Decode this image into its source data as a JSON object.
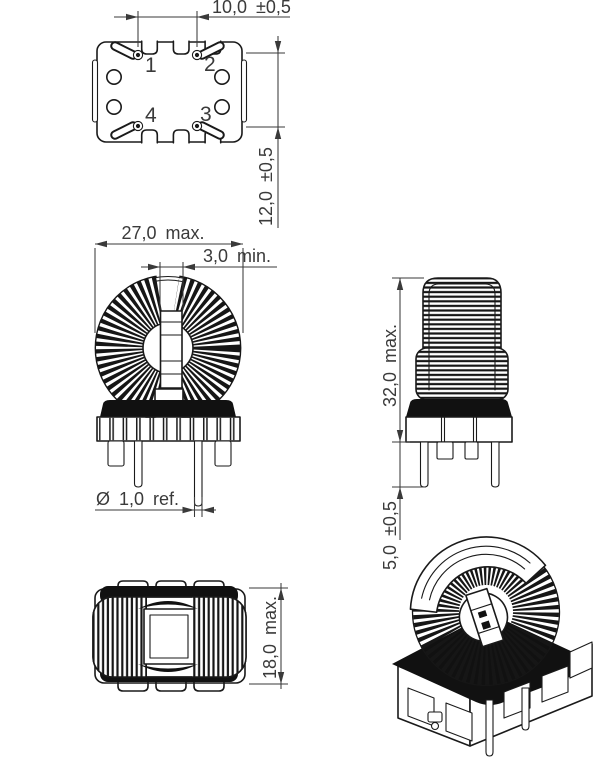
{
  "drawing": {
    "colors": {
      "line": "#1a1a1a",
      "dimension": "#3a3a3a",
      "dark_fill": "#111111",
      "background": "#ffffff"
    },
    "top_view": {
      "pins": {
        "p1": "1",
        "p2": "2",
        "p3": "3",
        "p4": "4"
      }
    },
    "dimensions": {
      "pin_spacing_x": "10,0 ±0,5",
      "pin_spacing_y": "12,0 ±0,5",
      "outer_width_max": "27,0 max.",
      "center_gap_min": "3,0 min.",
      "pin_diameter": "Ø 1,0 ref.",
      "height_max": "32,0 max.",
      "pin_length": "5,0 ±0,5",
      "depth_max": "18,0 max."
    }
  }
}
